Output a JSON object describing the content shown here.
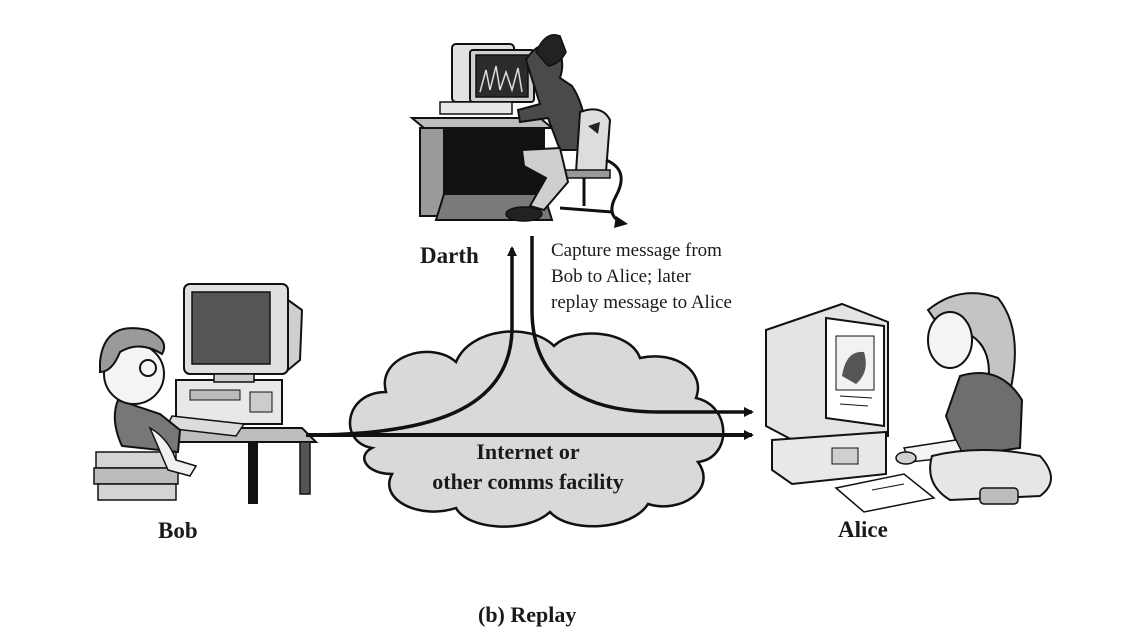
{
  "actors": {
    "darth": "Darth",
    "bob": "Bob",
    "alice": "Alice"
  },
  "note": {
    "line1": "Capture message from",
    "line2": "Bob to Alice; later",
    "line3": "replay message to Alice"
  },
  "network": {
    "line1": "Internet or",
    "line2": "other comms facility"
  },
  "caption": "(b) Replay"
}
